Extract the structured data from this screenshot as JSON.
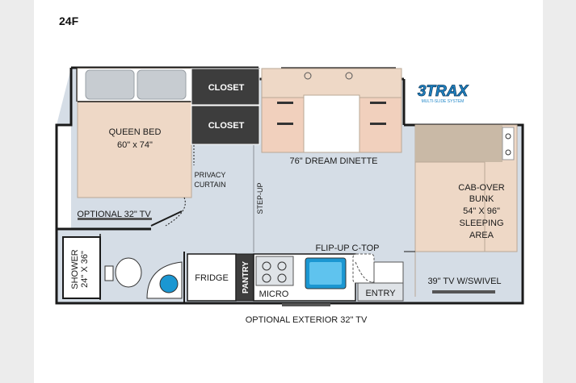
{
  "model": "24F",
  "labels": {
    "closet_top": "CLOSET",
    "closet_bottom": "CLOSET",
    "queen_bed_line1": "QUEEN BED",
    "queen_bed_line2": "60\" x 74\"",
    "privacy_line1": "PRIVACY",
    "privacy_line2": "CURTAIN",
    "dinette": "76\" DREAM DINETTE",
    "optional_tv": "OPTIONAL 32\" TV",
    "step_up": "STEP-UP",
    "cabover_line1": "CAB-OVER",
    "cabover_line2": "BUNK",
    "cabover_line3": "54\" X 96\"",
    "cabover_line4": "SLEEPING",
    "cabover_line5": "AREA",
    "flip_up": "FLIP-UP C-TOP",
    "shower_line1": "SHOWER",
    "shower_line2": "24\" X 36\"",
    "fridge": "FRIDGE",
    "pantry": "PANTRY",
    "micro": "MICRO",
    "entry": "ENTRY",
    "tv_swivel": "39\" TV W/SWIVEL",
    "exterior_tv": "OPTIONAL EXTERIOR 32\" TV"
  },
  "logo": {
    "text": "3TRAX",
    "subtext": "MULTI-SLIDE SYSTEM",
    "color": "#1f86c8"
  },
  "colors": {
    "floor": "#d5dde6",
    "bed": "#eed8c6",
    "pillow": "#c7ccd1",
    "closet": "#3d3d3d",
    "cushion": "#f1d0bd",
    "wall": "#1a1a1a",
    "tan": "#c9b9a6",
    "sink_blue": "#1b97d2"
  }
}
